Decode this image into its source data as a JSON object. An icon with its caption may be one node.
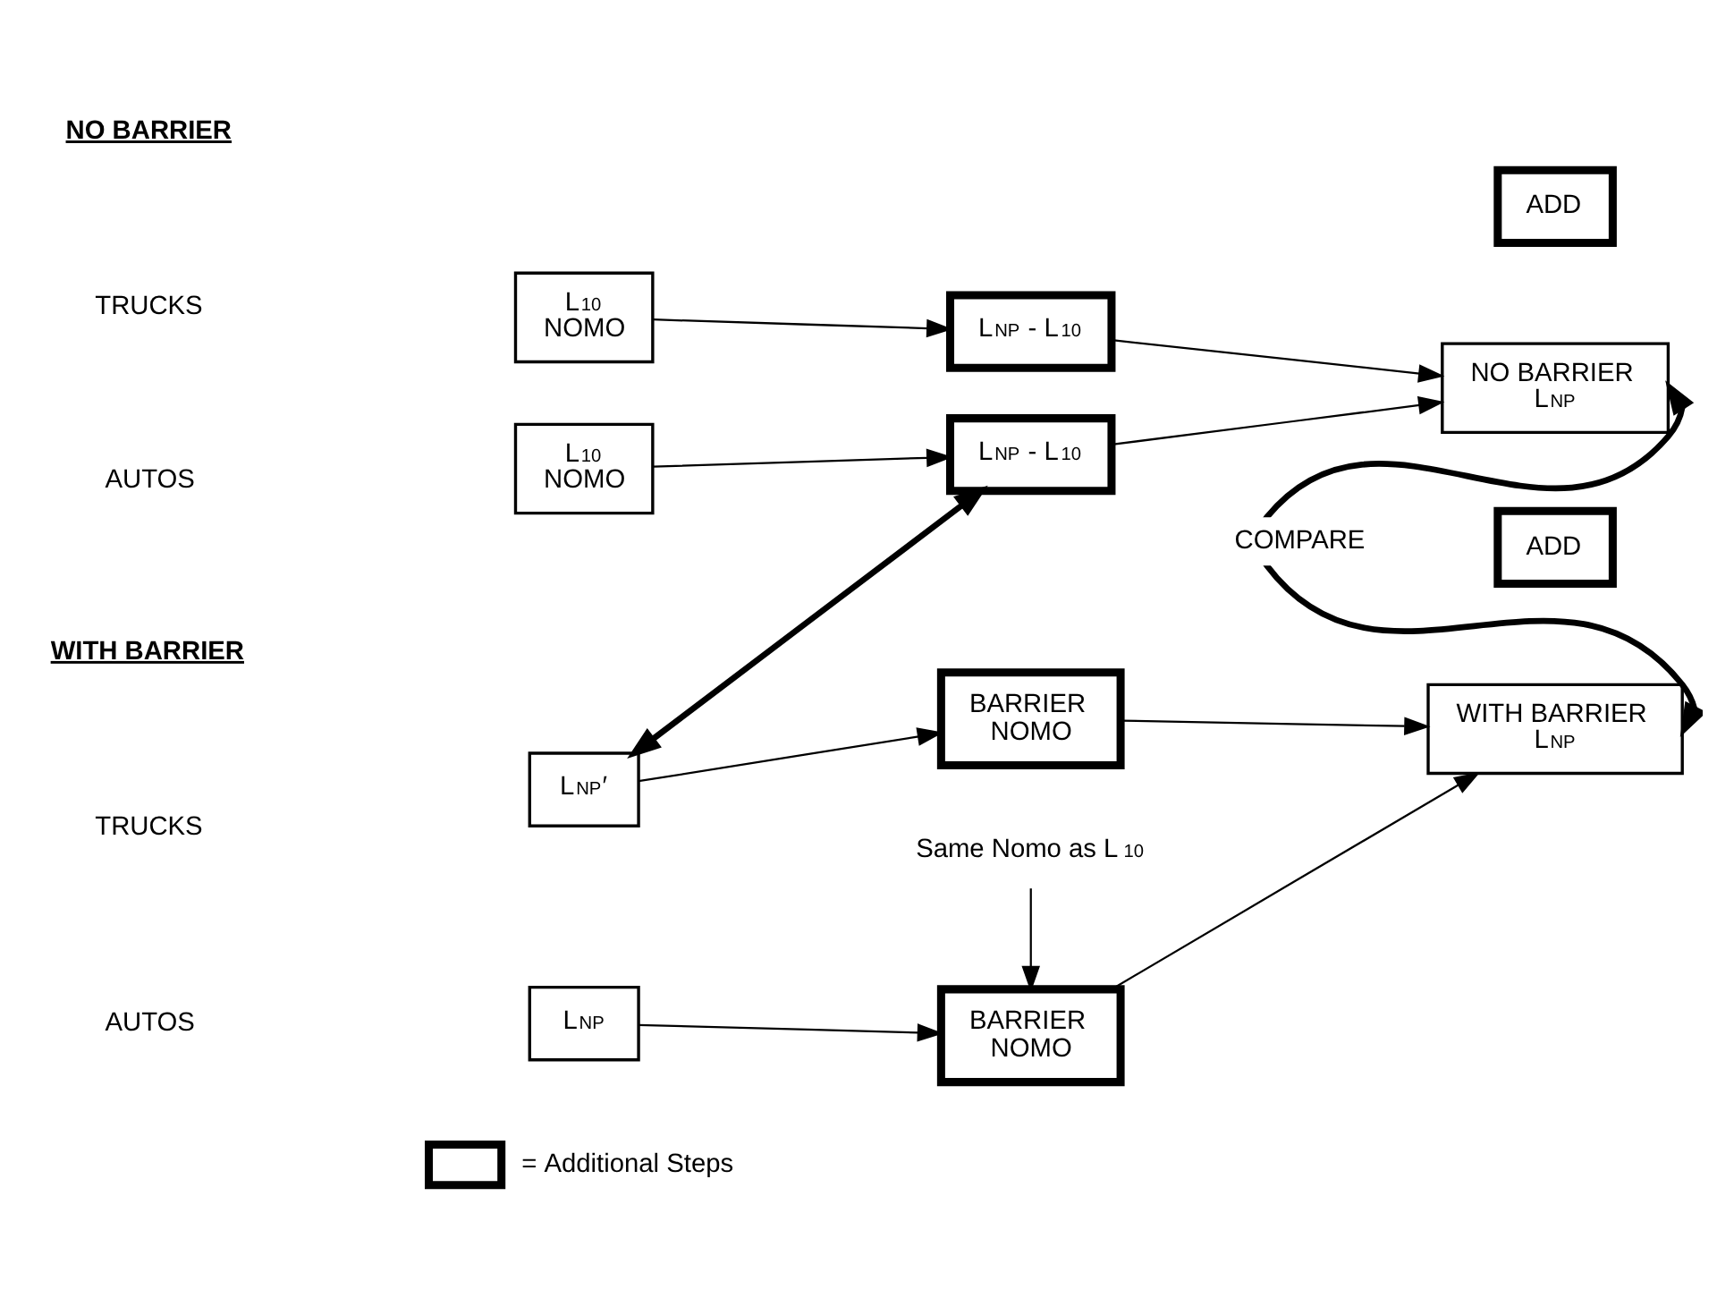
{
  "diagram": {
    "nodes": [
      {
        "text": [
          "L$_{10}$ NOMO"
        ]
      },
      {
        "text": [
          "L$_{NP}$ - L$_{10}$"
        ]
      },
      {
        "text": [
          "L$_{10}$ NOMO"
        ]
      },
      {
        "text": [
          "L$_{NP}$ - L$_{10}$"
        ]
      },
      {
        "text": [
          "NO BARRIER L$_{NP}$"
        ]
      },
      {
        "text": [
          "L$_{NP}$′"
        ]
      },
      {
        "text": [
          "BARRIER NOMO"
        ]
      },
      {
        "text": [
          "L$_{NP}$"
        ]
      },
      {
        "text": [
          "BARRIER NOMO"
        ]
      },
      {
        "text": [
          "WITH BARRIER L$_{NP}$"
        ]
      },
      {
        "text": [
          "ADD"
        ]
      },
      {
        "text": [
          "ADD"
        ]
      },
      {
        "text": [
          "Same Nomo as L$_{10}$"
        ]
      }
    ],
    "edges": [
      {
        "from": 0,
        "to": 1,
        "arrow": "to"
      },
      {
        "from": 2,
        "to": 3,
        "arrow": "to"
      },
      {
        "from": 1,
        "to": 4,
        "arrow": "to"
      },
      {
        "from": 3,
        "to": 4,
        "arrow": "to"
      },
      {
        "from": 3,
        "to": 5,
        "arrow": "both",
        "style": "thick"
      },
      {
        "from": 4,
        "to": 9,
        "arrow": "both",
        "label": "COMPARE",
        "style": "thick"
      },
      {
        "from": 5,
        "to": 6,
        "arrow": "to"
      },
      {
        "from": 7,
        "to": 8,
        "arrow": "to"
      },
      {
        "from": 6,
        "to": 9,
        "arrow": "to"
      },
      {
        "from": 8,
        "to": 9,
        "arrow": "to"
      },
      {
        "from": 12,
        "to": 8,
        "arrow": "to"
      }
    ],
    "labels": [
      "NO BARRIER",
      "TRUCKS",
      "AUTOS",
      "WITH BARRIER",
      "TRUCKS",
      "AUTOS"
    ],
    "legend": [
      {
        "text": "= Additional Steps"
      }
    ]
  }
}
